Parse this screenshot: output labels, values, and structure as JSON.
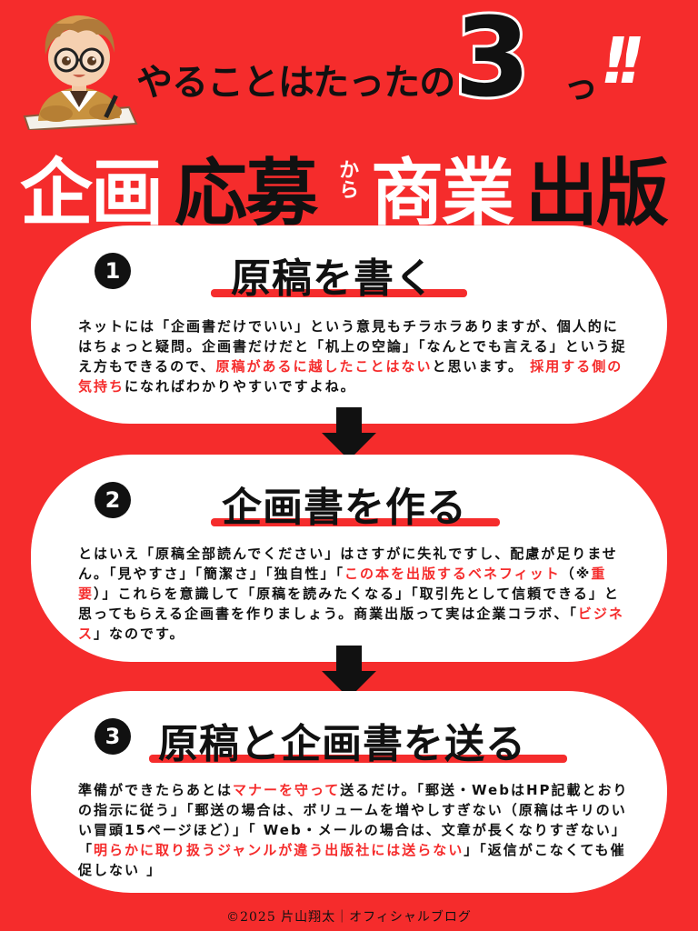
{
  "header": {
    "tagline": "やることはたったの",
    "number": "3",
    "suffix": "っ",
    "exclaim": "!!",
    "headline": {
      "part1": "企画",
      "part2": "応募",
      "connector_1": "か",
      "connector_2": "ら",
      "part3": "商業",
      "part4": "出版"
    }
  },
  "steps": [
    {
      "number": "1",
      "title": "原稿を書く",
      "body": [
        {
          "text": "ネットには「企画書だけでいい」という意見もチラホラありますが、個人的にはちょっと疑問。企画書だけだと「机上の空論」「なんとでも言える」という捉え方もできるので、",
          "highlight": false
        },
        {
          "text": "原稿があるに越したことはない",
          "highlight": true
        },
        {
          "text": "と思います。 ",
          "highlight": false
        },
        {
          "text": "採用する側の気持ち",
          "highlight": true
        },
        {
          "text": "になればわかりやすいですよね。",
          "highlight": false
        }
      ]
    },
    {
      "number": "2",
      "title": "企画書を作る",
      "body": [
        {
          "text": "とはいえ「原稿全部読んでください」はさすがに失礼ですし、配慮が足りません。「見やすさ」「簡潔さ」「独自性」「",
          "highlight": false
        },
        {
          "text": "この本を出版するベネフィット",
          "highlight": true
        },
        {
          "text": "（※",
          "highlight": false
        },
        {
          "text": "重要",
          "highlight": true
        },
        {
          "text": "）」これらを意識して「原稿を読みたくなる」「取引先として信頼できる」と思ってもらえる企画書を作りましょう。商業出版って実は企業コラボ、「",
          "highlight": false
        },
        {
          "text": "ビジネス",
          "highlight": true
        },
        {
          "text": "」なのです。",
          "highlight": false
        }
      ]
    },
    {
      "number": "3",
      "title": "原稿と企画書を送る",
      "body": [
        {
          "text": "準備ができたらあとは",
          "highlight": false
        },
        {
          "text": "マナーを守って",
          "highlight": true
        },
        {
          "text": "送るだけ。「郵送・WebはHP記載とおりの指示に従う」「郵送の場合は、ボリュームを増やしすぎない（原稿はキリのいい冒頭15ページほど）」「 Web・メールの場合は、文章が長くなりすぎない」「",
          "highlight": false
        },
        {
          "text": "明らかに取り扱うジャンルが違う出版社には送らない",
          "highlight": true
        },
        {
          "text": "」「返信がこなくても催促しない 」",
          "highlight": false
        }
      ]
    }
  ],
  "footer": {
    "text": "©2025 片山翔太｜オフィシャルブログ"
  },
  "colors": {
    "background": "#f52c2c",
    "accent": "#f52c2c",
    "text": "#111111",
    "card": "#ffffff"
  },
  "icons": {
    "avatar": "illustrated-boy-with-glasses-writing",
    "arrow": "down-arrow-icon"
  }
}
